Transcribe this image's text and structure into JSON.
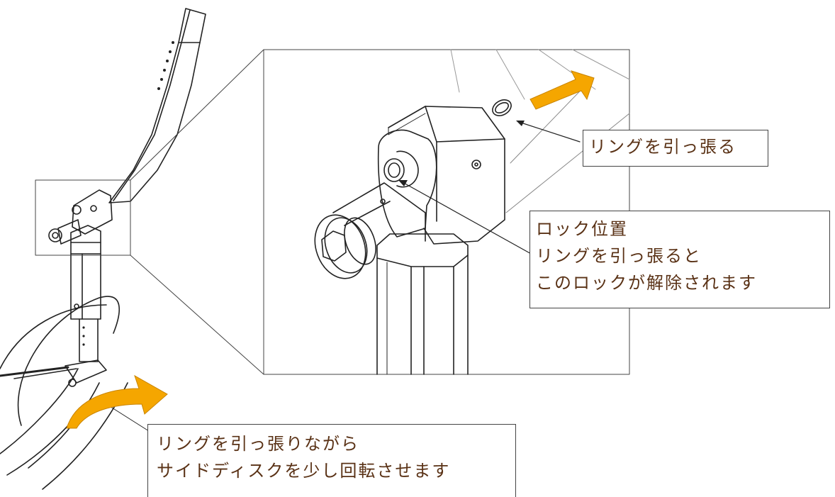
{
  "callouts": {
    "pull_ring": "リングを引っ張る",
    "lock": {
      "line1": "ロック位置",
      "line2": "リングを引っ張ると",
      "line3": "このロックが解除されます"
    },
    "rotate": {
      "line1": "リングを引っ張りながら",
      "line2": "サイドディスクを少し回転させます"
    }
  },
  "colors": {
    "callout_text": "#5a3216",
    "arrow_fill": "#f5a600",
    "line": "#222222"
  }
}
